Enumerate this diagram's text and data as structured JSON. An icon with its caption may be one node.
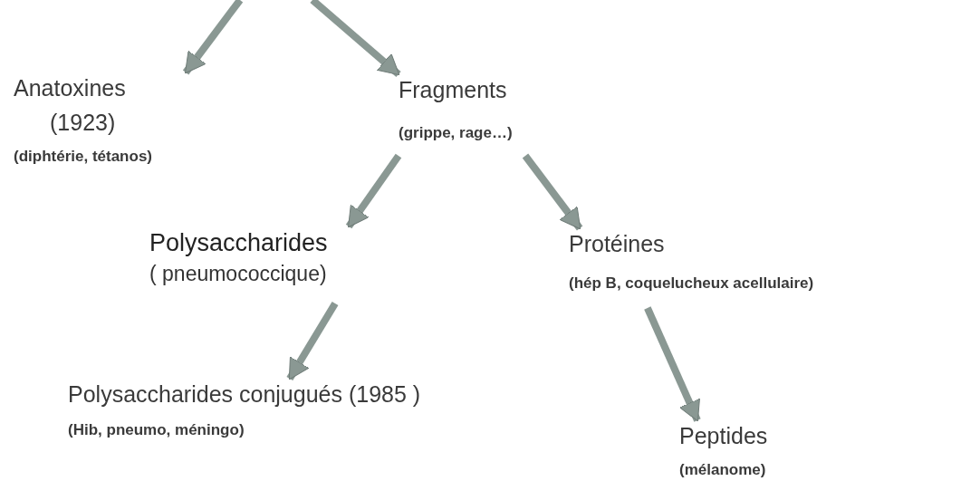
{
  "diagram": {
    "nodes": [
      {
        "text": [
          "Anatoxines",
          "(1923)",
          "(diphtérie, tétanos)"
        ]
      },
      {
        "text": [
          "Fragments",
          "(grippe, rage…)"
        ]
      },
      {
        "text": [
          "Polysaccharides",
          "( pneumococcique)"
        ]
      },
      {
        "text": [
          "Protéines",
          "(hép B, coquelucheux acellulaire)"
        ]
      },
      {
        "text": [
          "Polysaccharides conjugués (1985 )",
          "(Hib, pneumo, méningo)"
        ]
      },
      {
        "text": [
          "Peptides",
          "(mélanome)"
        ]
      }
    ],
    "edges": [
      {
        "from": null,
        "to": 0,
        "arrow": "to"
      },
      {
        "from": null,
        "to": 1,
        "arrow": "to"
      },
      {
        "from": 1,
        "to": 2,
        "arrow": "to"
      },
      {
        "from": 1,
        "to": 3,
        "arrow": "to"
      },
      {
        "from": 2,
        "to": 4,
        "arrow": "to"
      },
      {
        "from": 3,
        "to": 5,
        "arrow": "to"
      }
    ]
  }
}
